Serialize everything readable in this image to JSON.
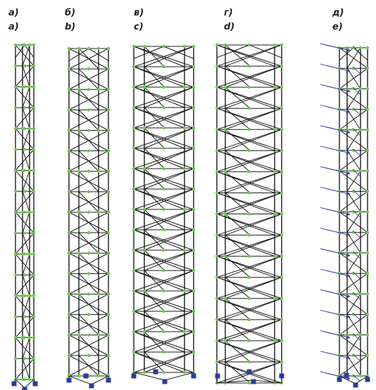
{
  "figure": {
    "colors": {
      "background": "#ffffff",
      "member": "#1a1a1a",
      "node": "#66cc44",
      "support": "#2b3c9e",
      "load_arrow": "#3a3fa0"
    },
    "towers": [
      {
        "id": "a",
        "label_top": "а)",
        "label_bottom": "a)",
        "panels": 16,
        "bracing": "single-diagonal",
        "loaded": false
      },
      {
        "id": "b",
        "label_top": "б)",
        "label_bottom": "b)",
        "panels": 16,
        "bracing": "cross",
        "loaded": false
      },
      {
        "id": "c",
        "label_top": "в)",
        "label_bottom": "c)",
        "panels": 16,
        "bracing": "cross-double",
        "loaded": false
      },
      {
        "id": "d",
        "label_top": "г)",
        "label_bottom": "d)",
        "panels": 16,
        "bracing": "cross-double",
        "loaded": false
      },
      {
        "id": "e",
        "label_top": "д)",
        "label_bottom": "e)",
        "panels": 16,
        "bracing": "single-diagonal",
        "loaded": true
      }
    ]
  }
}
